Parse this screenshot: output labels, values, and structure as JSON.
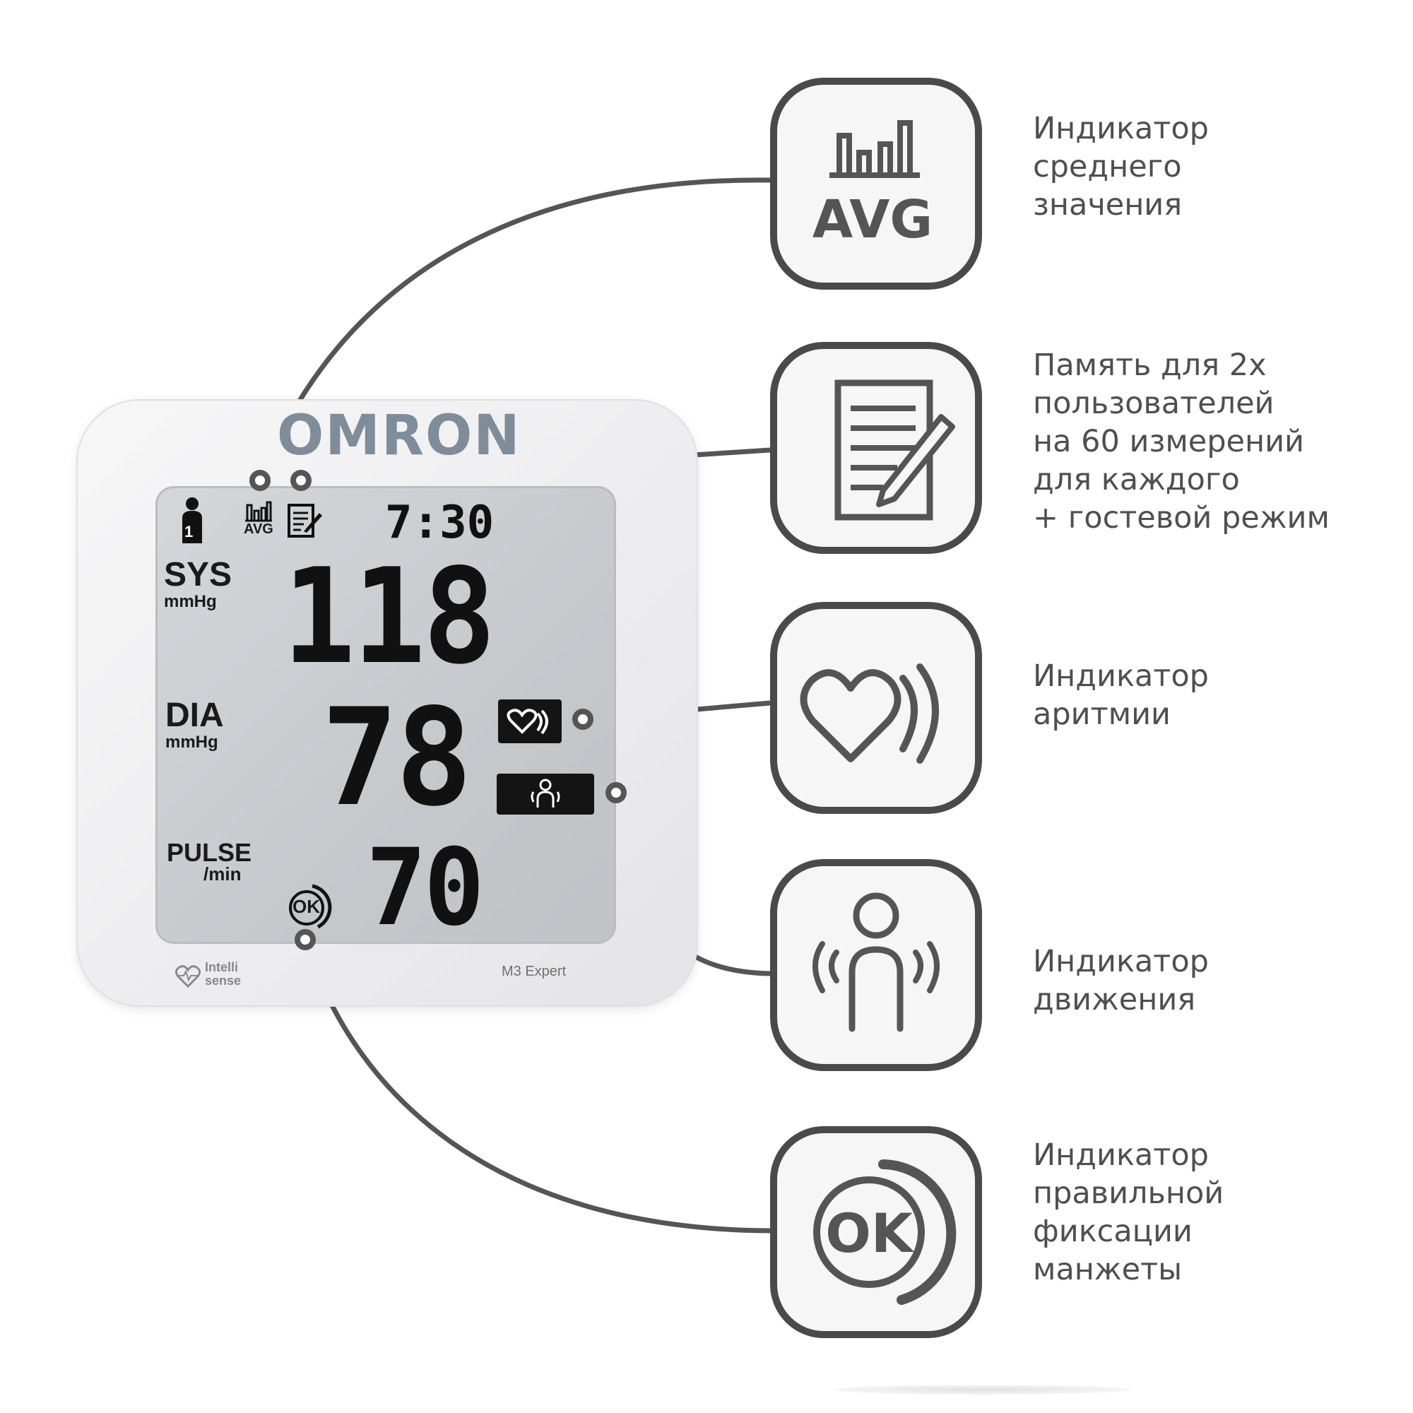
{
  "device": {
    "brand": "OMRON",
    "model": "M3 Expert",
    "intellisense_line1": "Intelli",
    "intellisense_line2": "sense"
  },
  "display": {
    "user_number": "1",
    "avg_label": "AVG",
    "time": "7:30",
    "sys_label": "SYS",
    "sys_unit": "mmHg",
    "sys_value": "118",
    "dia_label": "DIA",
    "dia_unit": "mmHg",
    "dia_value": "78",
    "pulse_label": "PULSE",
    "pulse_unit": "/min",
    "pulse_value": "70",
    "ok_label": "OK"
  },
  "callouts": [
    {
      "icon": "avg-icon",
      "icon_text": "AVG",
      "lines": [
        "Индикатор",
        "среднего",
        "значения"
      ]
    },
    {
      "icon": "memory-notepad-icon",
      "lines": [
        "Память для 2х",
        "пользователей",
        "на 60 измерений",
        "для каждого",
        "+ гостевой режим"
      ]
    },
    {
      "icon": "arrhythmia-heart-icon",
      "lines": [
        "Индикатор",
        "аритмии"
      ]
    },
    {
      "icon": "body-movement-icon",
      "lines": [
        "Индикатор",
        "движения"
      ]
    },
    {
      "icon": "cuff-ok-icon",
      "icon_text": "OK",
      "lines": [
        "Индикатор",
        "правильной",
        "фиксации",
        "манжеты"
      ]
    }
  ],
  "colors": {
    "outline": "#4a4a4a",
    "caption_text": "#4f4f4f",
    "lcd_background": "#c9cccf",
    "brand": "#7f8c9a"
  }
}
